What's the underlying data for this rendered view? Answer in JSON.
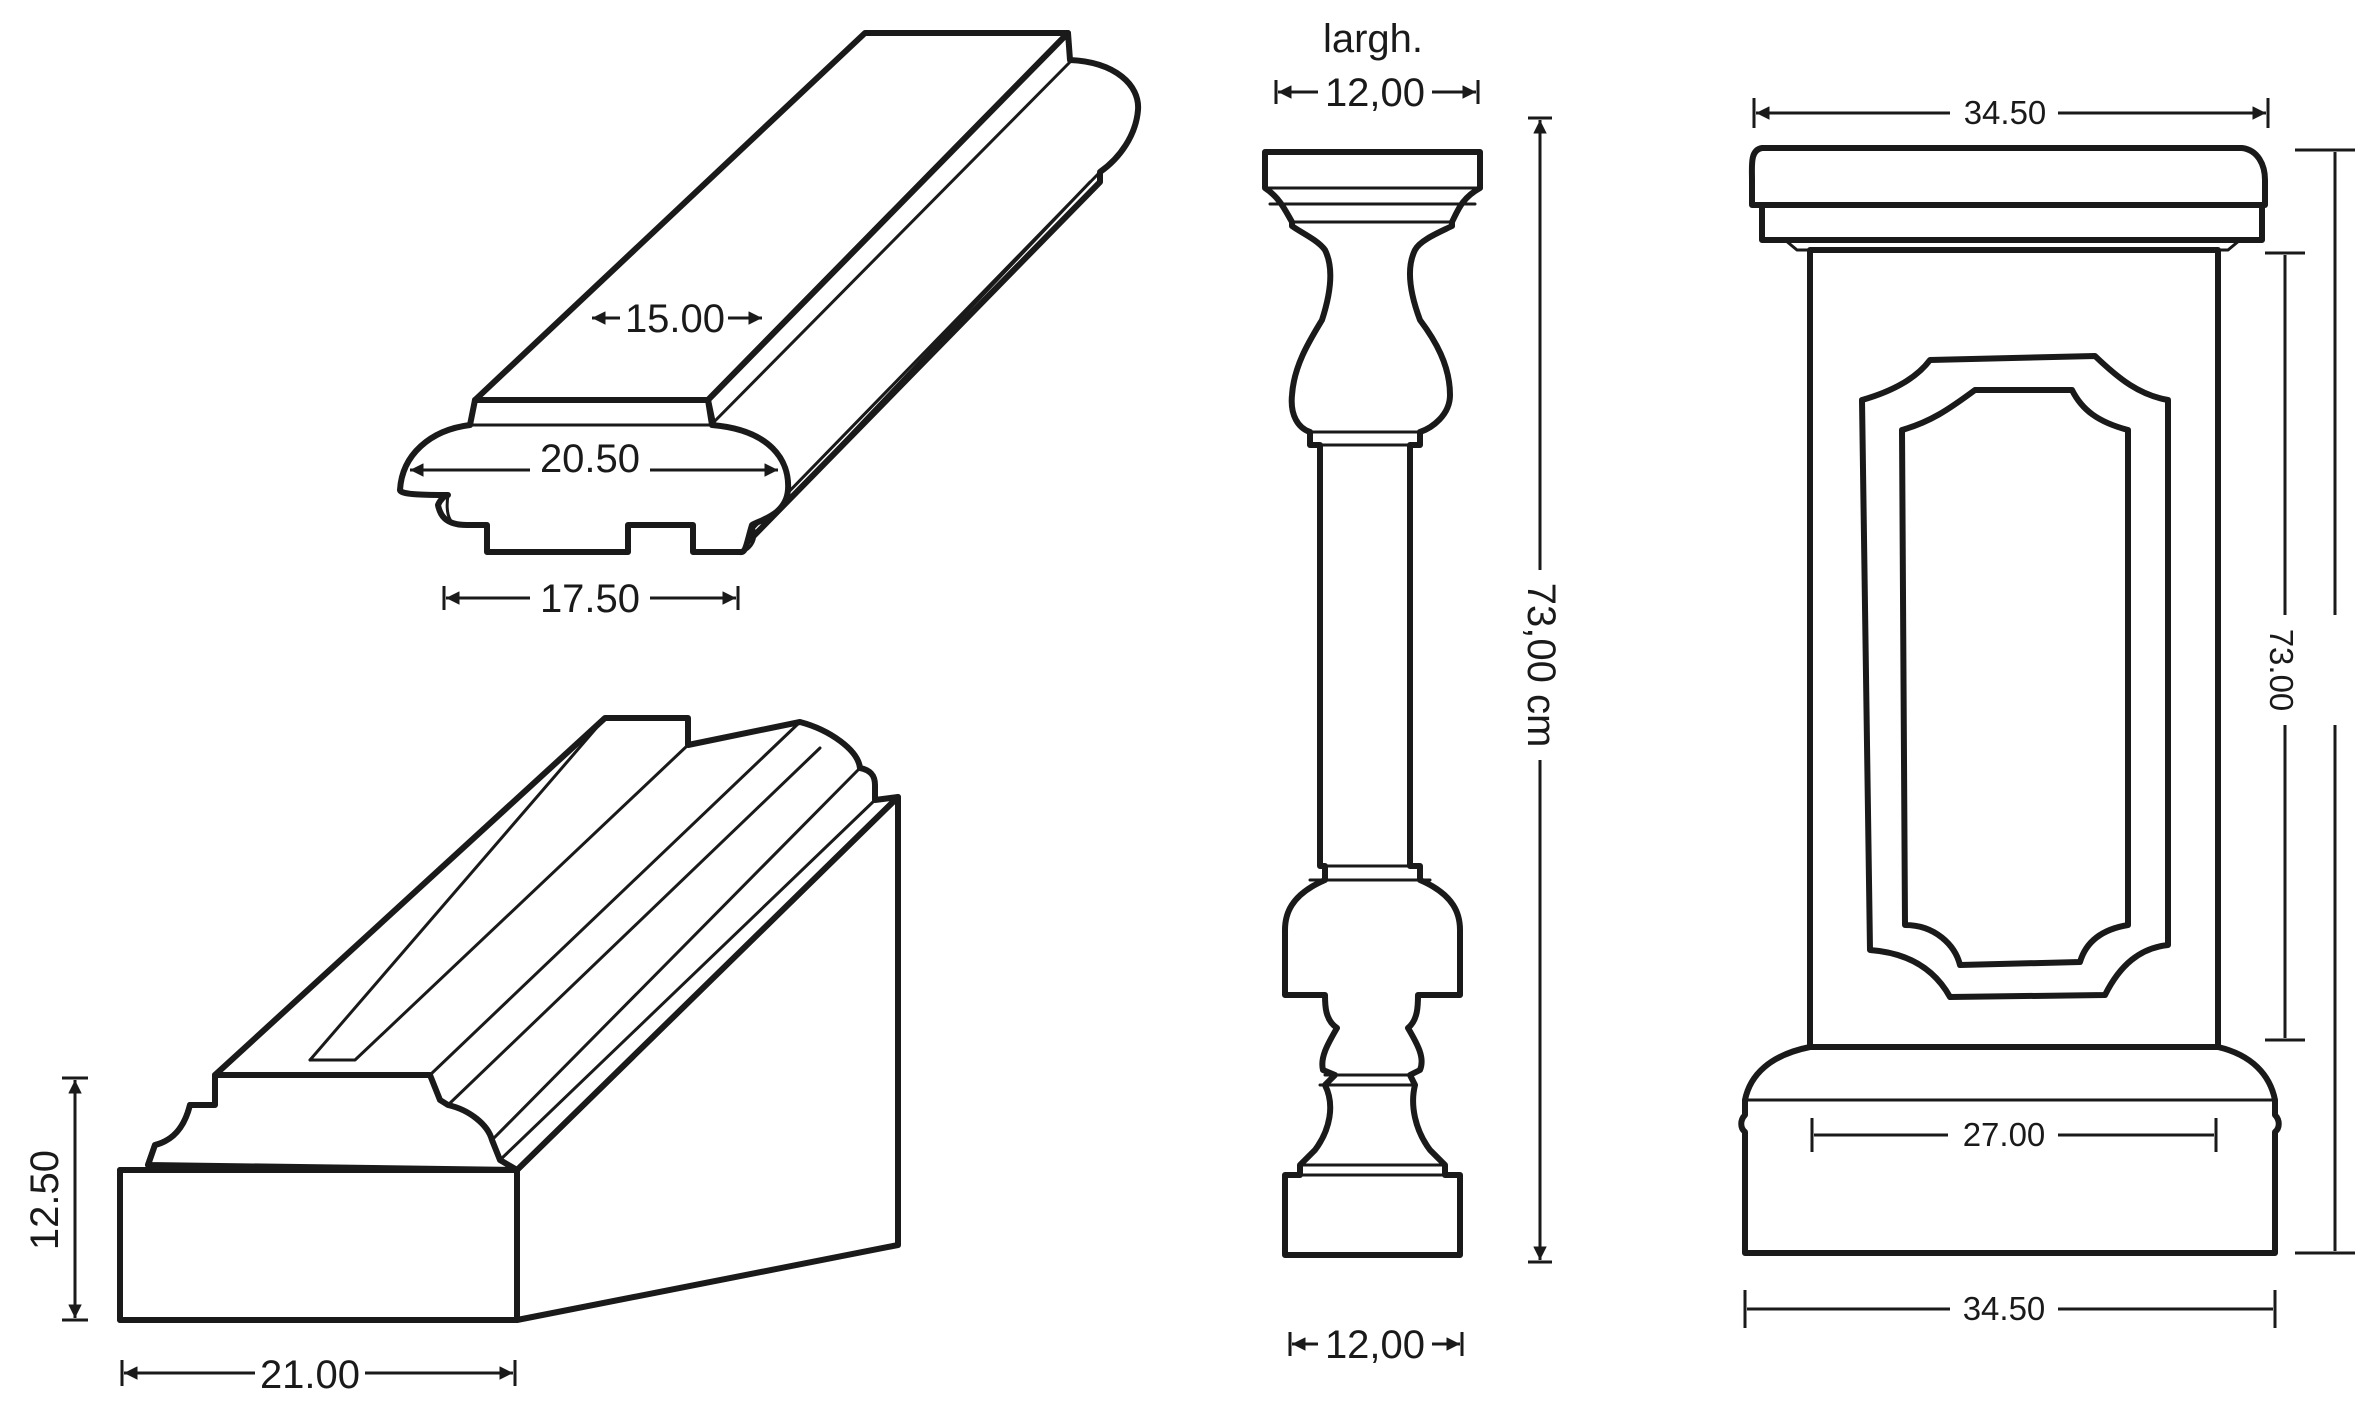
{
  "colors": {
    "stroke": "#1a1a1a",
    "background": "#ffffff"
  },
  "handrail": {
    "top_width": "15.00",
    "mid_width": "20.50",
    "base_width": "17.50"
  },
  "base_rail": {
    "height": "12.50",
    "width": "21.00"
  },
  "baluster": {
    "width_caption": "largh.",
    "top_width": "12,00",
    "height": "73,00 cm",
    "bottom_width": "12,00"
  },
  "pillar": {
    "cap_width": "34.50",
    "height": "73.00",
    "base_inner_width": "27.00",
    "base_width": "34.50"
  }
}
